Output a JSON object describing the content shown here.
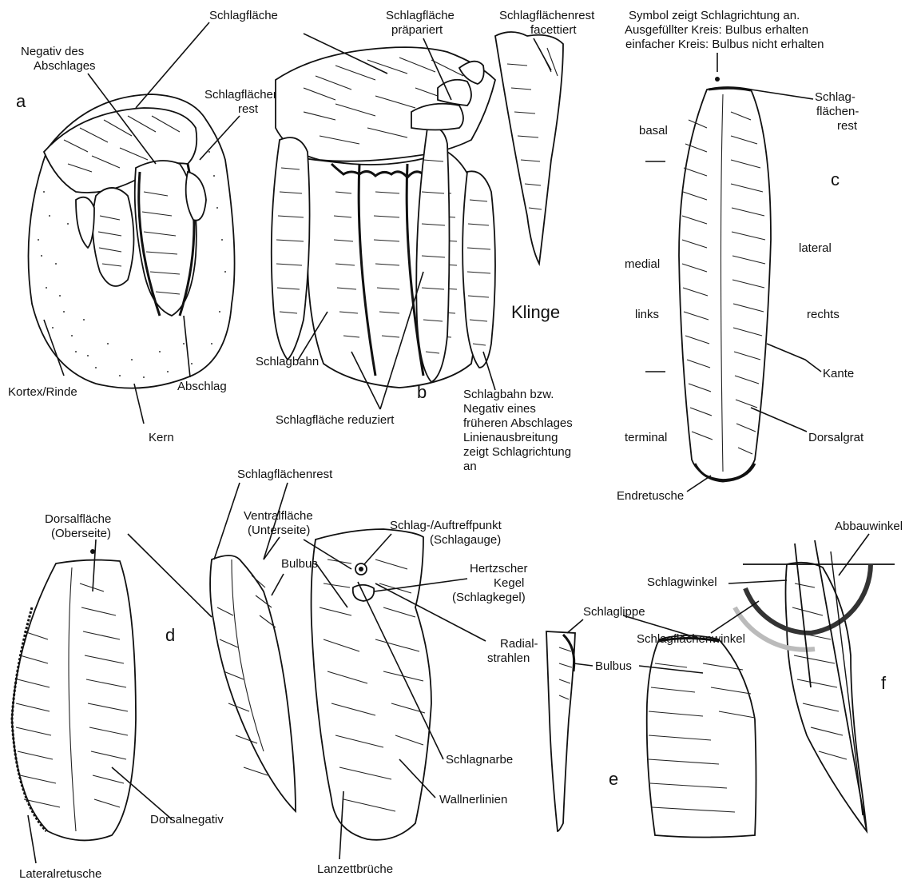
{
  "labels": {
    "schlagflaeche": "Schlagfläche",
    "negativ_abschlages": [
      "Negativ des",
      "Abschlages"
    ],
    "schlagflaechen_rest_a": [
      "Schlagflächen-",
      "rest"
    ],
    "a": "a",
    "kortex": "Kortex/Rinde",
    "kern": "Kern",
    "abschlag": "Abschlag",
    "schlagflaeche_praepariert": [
      "Schlagfläche",
      "präpariert"
    ],
    "schlagflaechenrest_facettiert": [
      "Schlagflächenrest",
      "facettiert"
    ],
    "schlagbahn": "Schlagbahn",
    "klinge": "Klinge",
    "b": "b",
    "schlagflaeche_reduziert": "Schlagfläche reduziert",
    "schlagbahn_bzw": [
      "Schlagbahn bzw.",
      "Negativ eines",
      "früheren Abschlages",
      "Linienausbreitung",
      "zeigt Schlagrichtung",
      "an"
    ],
    "symbol_note": [
      "Symbol zeigt Schlagrichtung an.",
      "Ausgefüllter Kreis: Bulbus erhalten",
      "einfacher Kreis: Bulbus nicht erhalten"
    ],
    "schlag_flaechen_rest_c": [
      "Schlag-",
      "flächen-",
      "rest"
    ],
    "basal": "basal",
    "c": "c",
    "medial": "medial",
    "lateral": "lateral",
    "links": "links",
    "rechts": "rechts",
    "kante": "Kante",
    "terminal": "terminal",
    "dorsalgrat": "Dorsalgrat",
    "endretusche": "Endretusche",
    "schlagflaechenrest_d": "Schlagflächenrest",
    "dorsalflaeche": [
      "Dorsalfläche",
      "(Oberseite)"
    ],
    "ventralflaeche": [
      "Ventralfläche",
      "(Unterseite)"
    ],
    "schlagauge": [
      "Schlag-/Auftreffpunkt",
      "(Schlagauge)"
    ],
    "bulbus_d": "Bulbus",
    "hertzscher": [
      "Hertzscher",
      "Kegel",
      "(Schlagkegel)"
    ],
    "d": "d",
    "radialstrahlen": [
      "Radial-",
      "strahlen"
    ],
    "schlagnarbe": "Schlagnarbe",
    "wallnerlinien": "Wallnerlinien",
    "dorsalnegativ": "Dorsalnegativ",
    "lateralretusche": "Lateralretusche",
    "lanzettbrueche": "Lanzettbrüche",
    "abbauwinkel": "Abbauwinkel",
    "schlagwinkel": "Schlagwinkel",
    "schlagflaechenwinkel": "Schlagflächenwinkel",
    "f": "f",
    "schlaglippe": "Schlaglippe",
    "bulbus_e": "Bulbus",
    "e": "e"
  },
  "colors": {
    "ink": "#111111",
    "angle_dark": "#333333",
    "angle_light": "#bbbbbb"
  }
}
